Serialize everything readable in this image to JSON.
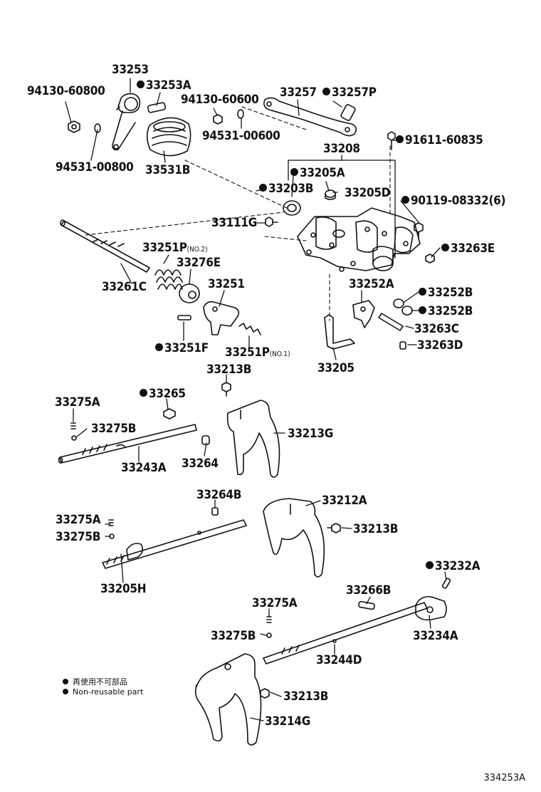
{
  "labels": {
    "l33253": "33253",
    "l33253A": "33253A",
    "l94130_60800": "94130-60800",
    "l94531_00800": "94531-00800",
    "l33531B": "33531B",
    "l94130_60600": "94130-60600",
    "l94531_00600": "94531-00600",
    "l33257": "33257",
    "l33257P": "33257P",
    "l91611_60835": "91611-60835",
    "l33208": "33208",
    "l33205A": "33205A",
    "l33203B": "33203B",
    "l33205D": "33205D",
    "l90119_08332": "90119-08332(6)",
    "l33111G": "33111G",
    "l33263E": "33263E",
    "l33251P_no2": "33251P",
    "l33251P_no2_sub": "(NO.2)",
    "l33276E": "33276E",
    "l33261C": "33261C",
    "l33251": "33251",
    "l33252A": "33252A",
    "l33252B_1": "33252B",
    "l33252B_2": "33252B",
    "l33263C": "33263C",
    "l33263D": "33263D",
    "l33251F": "33251F",
    "l33251P_no1": "33251P",
    "l33251P_no1_sub": "(NO.1)",
    "l33205": "33205",
    "l33213B_top": "33213B",
    "l33275A_1": "33275A",
    "l33265": "33265",
    "l33275B_1": "33275B",
    "l33213G": "33213G",
    "l33243A": "33243A",
    "l33264": "33264",
    "l33264B": "33264B",
    "l33212A": "33212A",
    "l33275A_2": "33275A",
    "l33213B_mid": "33213B",
    "l33275B_2": "33275B",
    "l33205H": "33205H",
    "l33232A": "33232A",
    "l33266B": "33266B",
    "l33275A_3": "33275A",
    "l33234A": "33234A",
    "l33275B_3": "33275B",
    "l33244D": "33244D",
    "l33213B_bot": "33213B",
    "l33214G": "33214G"
  },
  "legend": {
    "line1": "再使用不可部品",
    "line2": "Non-reusable part"
  },
  "diagram_code": "334253A"
}
